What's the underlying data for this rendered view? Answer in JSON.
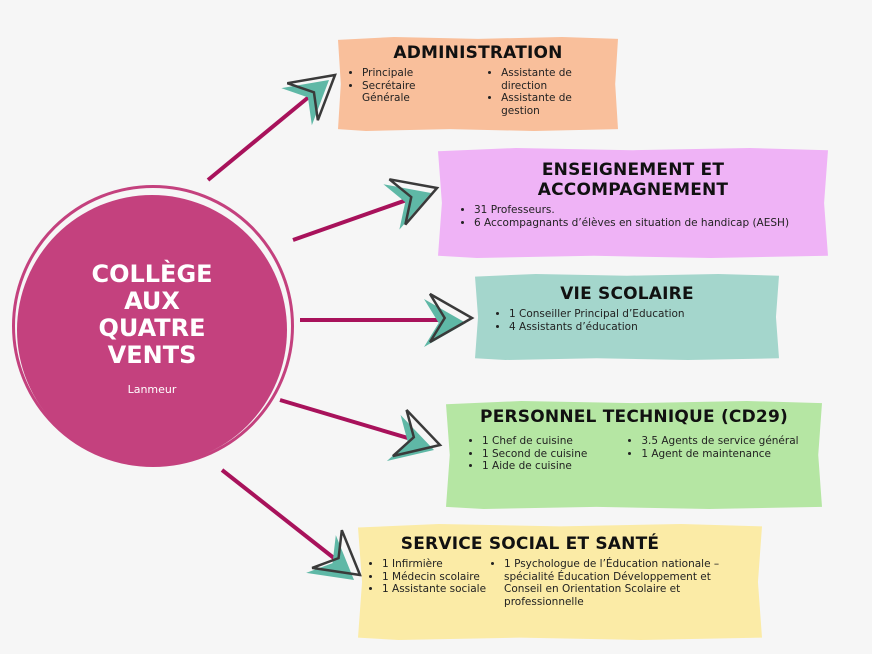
{
  "center": {
    "title_lines": [
      "COLLÈGE",
      "AUX",
      "QUATRE",
      "VENTS"
    ],
    "subtitle": "Lanmeur"
  },
  "colors": {
    "circle": "#c4417e",
    "line": "#a8125b",
    "arrowhead": "#5fb8a6",
    "outline": "#3a3a3a"
  },
  "boxes": [
    {
      "title": "ADMINISTRATION",
      "color": "#f9bf9b",
      "columns": [
        [
          "Principale",
          "Secrétaire Générale"
        ],
        [
          "Assistante de direction",
          "Assistante de gestion"
        ]
      ]
    },
    {
      "title": "ENSEIGNEMENT ET ACCOMPAGNEMENT",
      "color": "#efb3f6",
      "columns": [
        [
          "31 Professeurs.",
          "6 Accompagnants d’élèves en situation de handicap (AESH)"
        ]
      ]
    },
    {
      "title": "VIE SCOLAIRE",
      "color": "#a4d6cc",
      "columns": [
        [
          "1 Conseiller Principal d’Education",
          "4  Assistants d’éducation"
        ]
      ]
    },
    {
      "title": "PERSONNEL TECHNIQUE (CD29)",
      "color": "#b5e6a3",
      "columns": [
        [
          "1 Chef de cuisine",
          "1 Second de cuisine",
          "1 Aide de cuisine"
        ],
        [
          "3.5 Agents de service général",
          "1 Agent de maintenance"
        ]
      ]
    },
    {
      "title": "SERVICE SOCIAL ET SANTÉ",
      "color": "#fbeba6",
      "columns": [
        [
          "1 Infirmière",
          "1 Médecin scolaire",
          "1 Assistante sociale"
        ],
        [
          "1 Psychologue de l’Éducation nationale – spécialité Éducation Développement et Conseil en Orientation Scolaire et professionnelle"
        ]
      ]
    }
  ]
}
